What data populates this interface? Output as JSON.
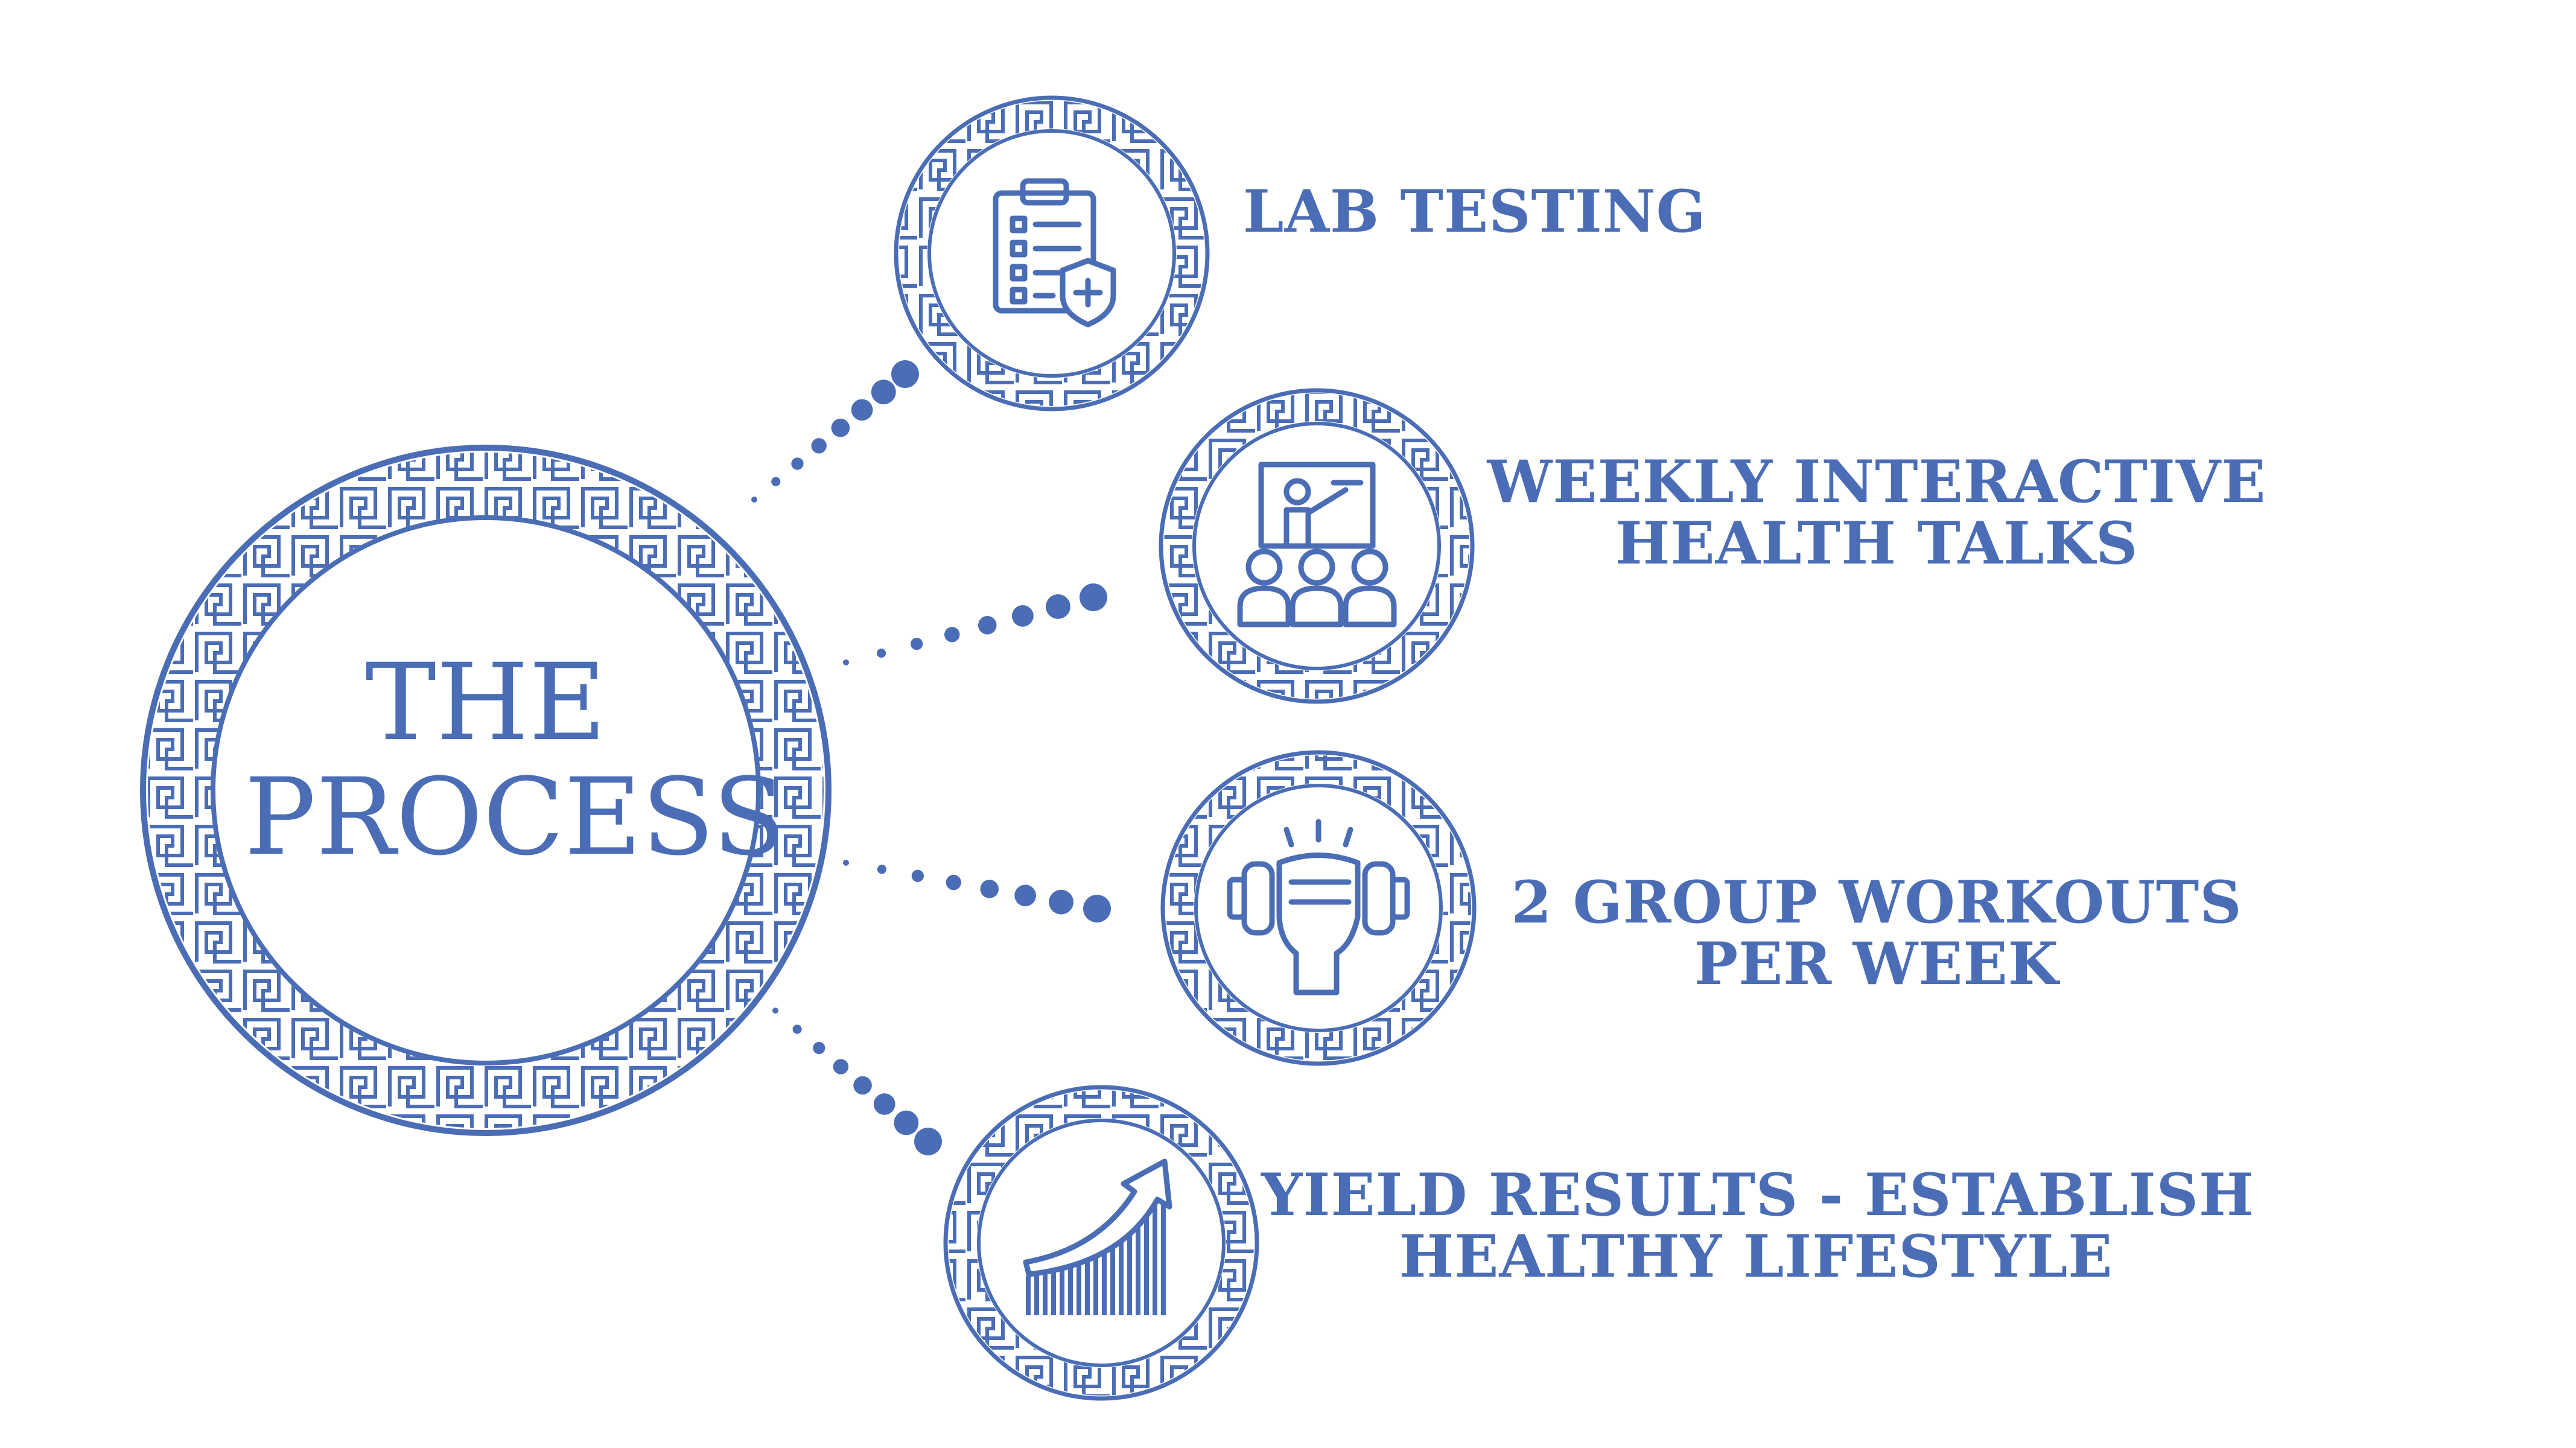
{
  "center": {
    "line1": "THE",
    "line2": "PROCESS"
  },
  "steps": [
    {
      "icon": "clipboard-icon",
      "line1": "LAB TESTING",
      "line2": ""
    },
    {
      "icon": "presentation-icon",
      "line1": "WEEKLY INTERACTIVE",
      "line2": "HEALTH TALKS"
    },
    {
      "icon": "dumbbell-fist-icon",
      "line1": "2 GROUP WORKOUTS",
      "line2": "PER WEEK"
    },
    {
      "icon": "growth-chart-icon",
      "line1": "YIELD RESULTS - ESTABLISH",
      "line2": "HEALTHY LIFESTYLE"
    }
  ],
  "colors": {
    "accent": "#4a6db5",
    "background": "#ffffff"
  }
}
